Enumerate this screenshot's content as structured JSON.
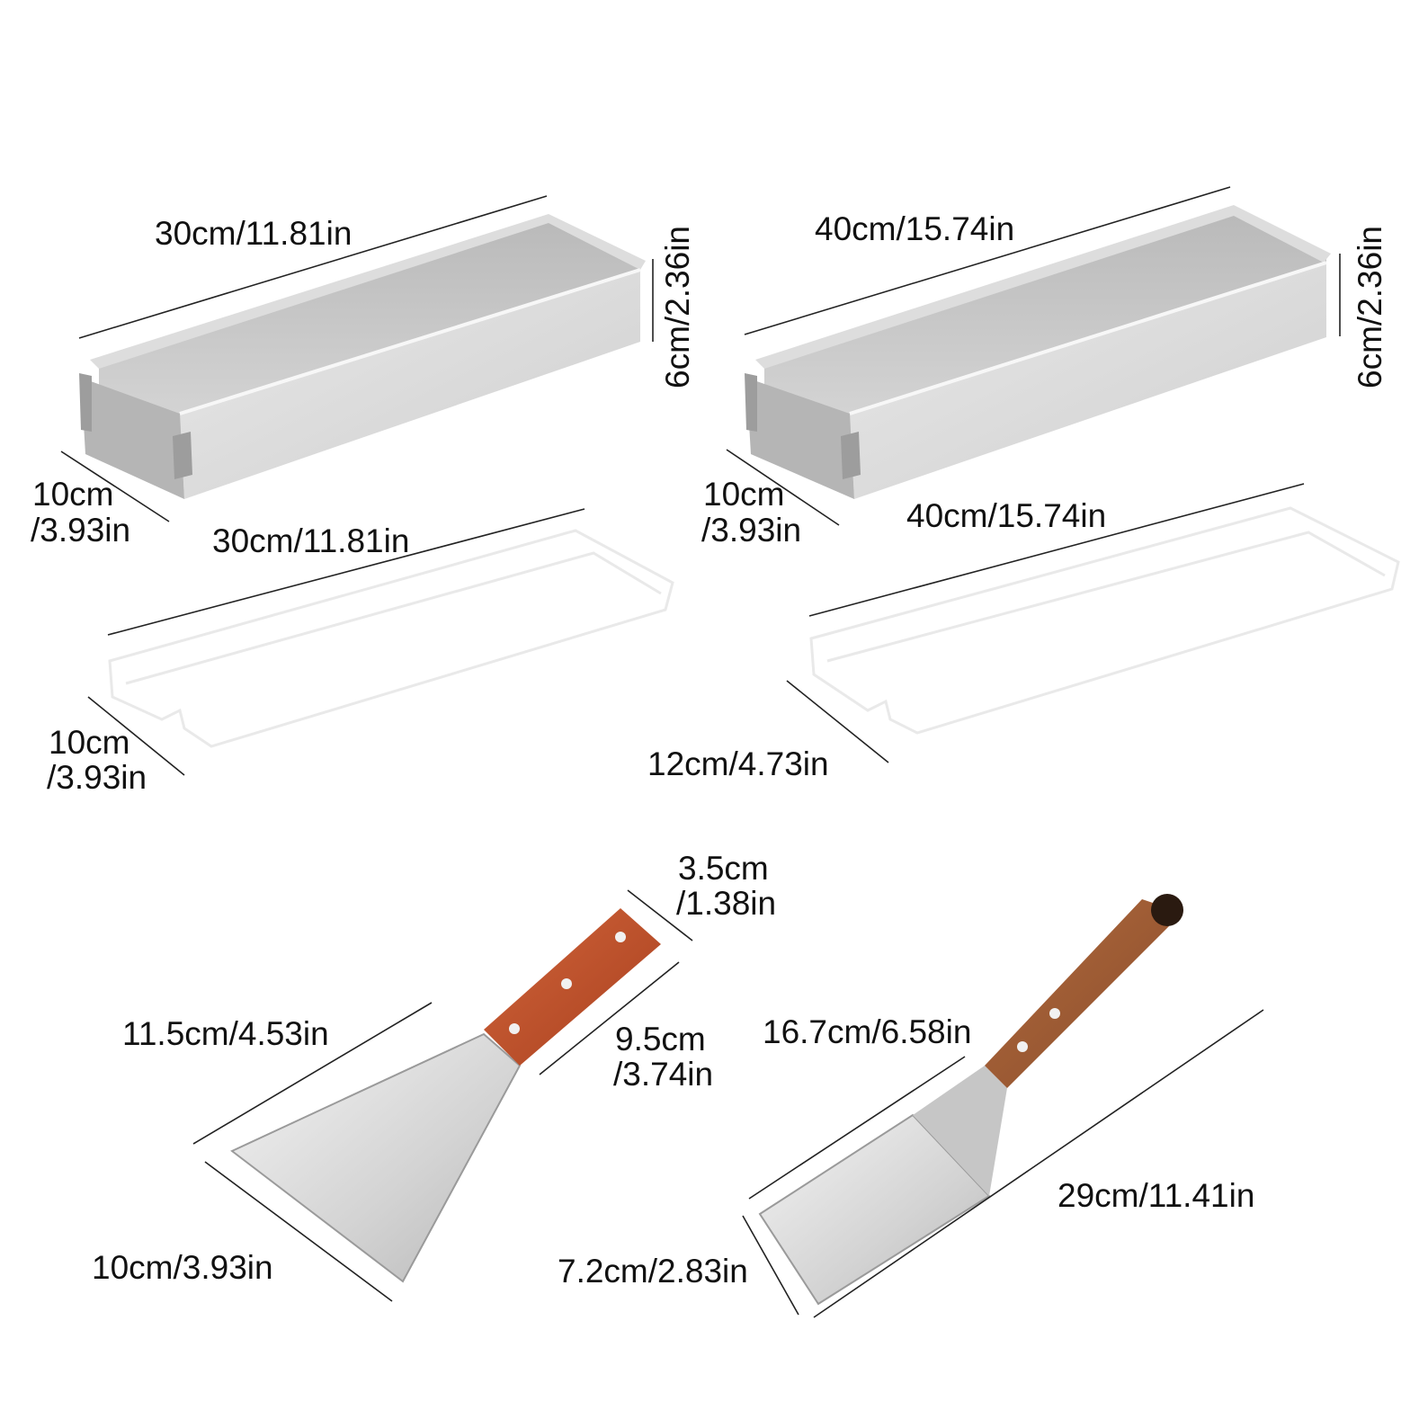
{
  "colors": {
    "steel_light": "#e4e4e4",
    "steel_mid": "#c9c9c9",
    "steel_dark": "#a9a9a9",
    "insert_outline": "#eeeeee",
    "handle_red": "#c2502a",
    "handle_brown": "#9b5a34",
    "text": "#111111",
    "line": "#222222"
  },
  "items": {
    "pan_small": {
      "length": "30cm/11.81in",
      "height": "6cm/2.36in",
      "width_line1": "10cm",
      "width_line2": "/3.93in"
    },
    "pan_large": {
      "length": "40cm/15.74in",
      "height": "6cm/2.36in",
      "width_line1": "10cm",
      "width_line2": "/3.93in"
    },
    "insert_small": {
      "length": "30cm/11.81in",
      "width_line1": "10cm",
      "width_line2": "/3.93in"
    },
    "insert_large": {
      "length": "40cm/15.74in",
      "width": "12cm/4.73in"
    },
    "scraper": {
      "handle_width_line1": "3.5cm",
      "handle_width_line2": "/1.38in",
      "blade_length": "11.5cm/4.53in",
      "handle_length_line1": "9.5cm",
      "handle_length_line2": "/3.74in",
      "blade_width": "10cm/3.93in"
    },
    "turner": {
      "blade_length": "16.7cm/6.58in",
      "total_length": "29cm/11.41in",
      "blade_width": "7.2cm/2.83in"
    }
  }
}
